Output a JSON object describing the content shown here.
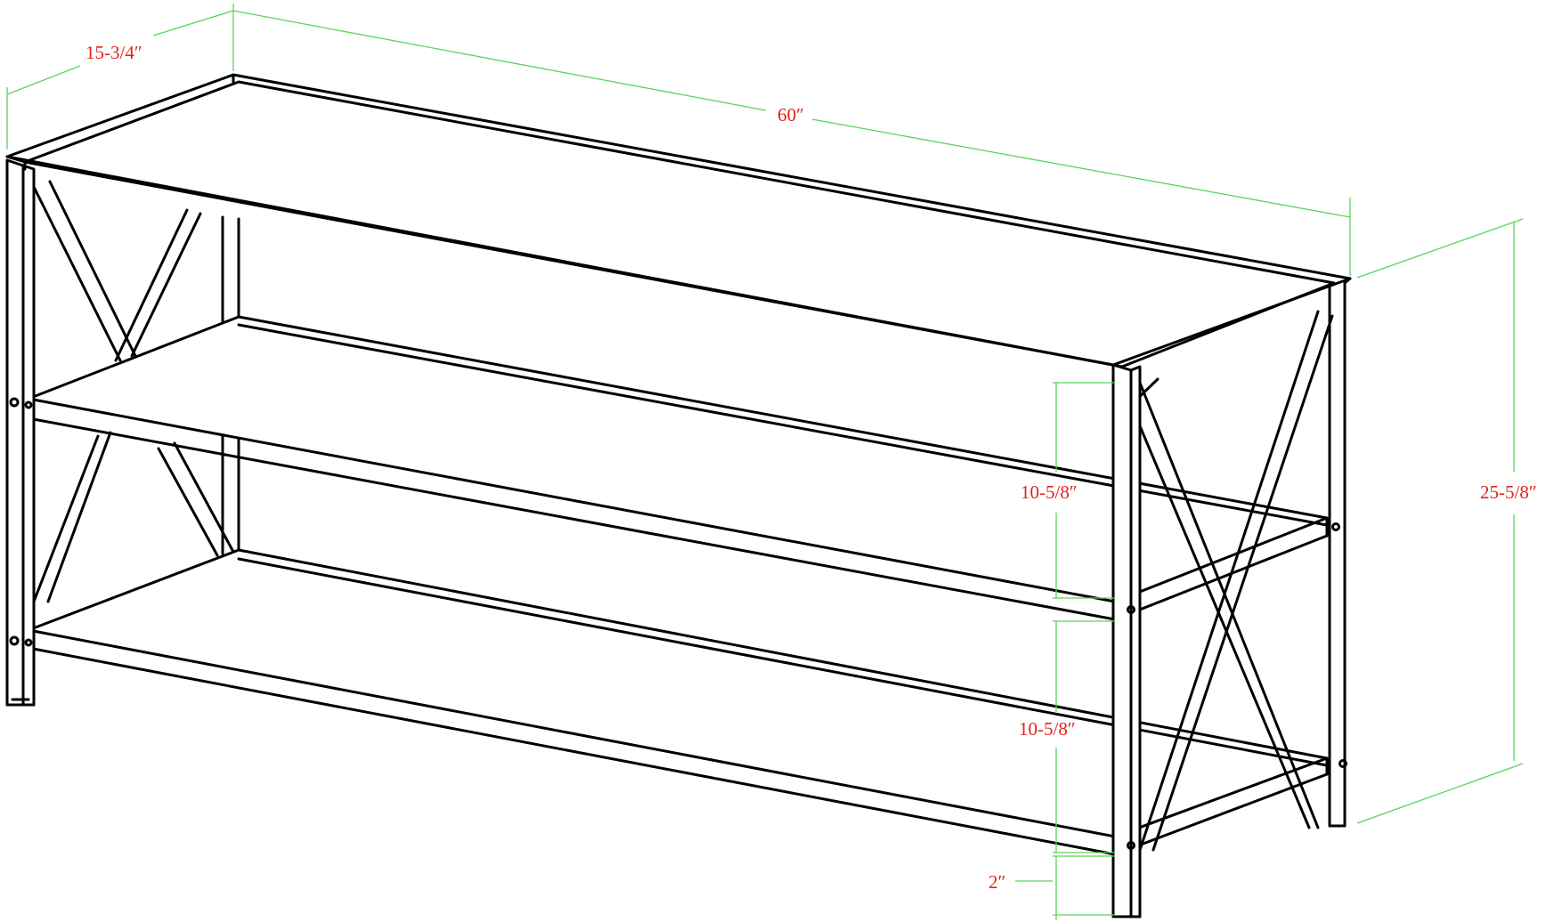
{
  "diagram": {
    "line_color": "#000000",
    "dimension_line_color": "#5ad45a",
    "dimension_text_color": "#e0231c",
    "dimensions": {
      "depth": "15-3/4″",
      "width": "60″",
      "height": "25-5/8″",
      "shelf_gap_upper": "10-5/8″",
      "shelf_gap_lower": "10-5/8″",
      "leg_clearance": "2″"
    }
  }
}
